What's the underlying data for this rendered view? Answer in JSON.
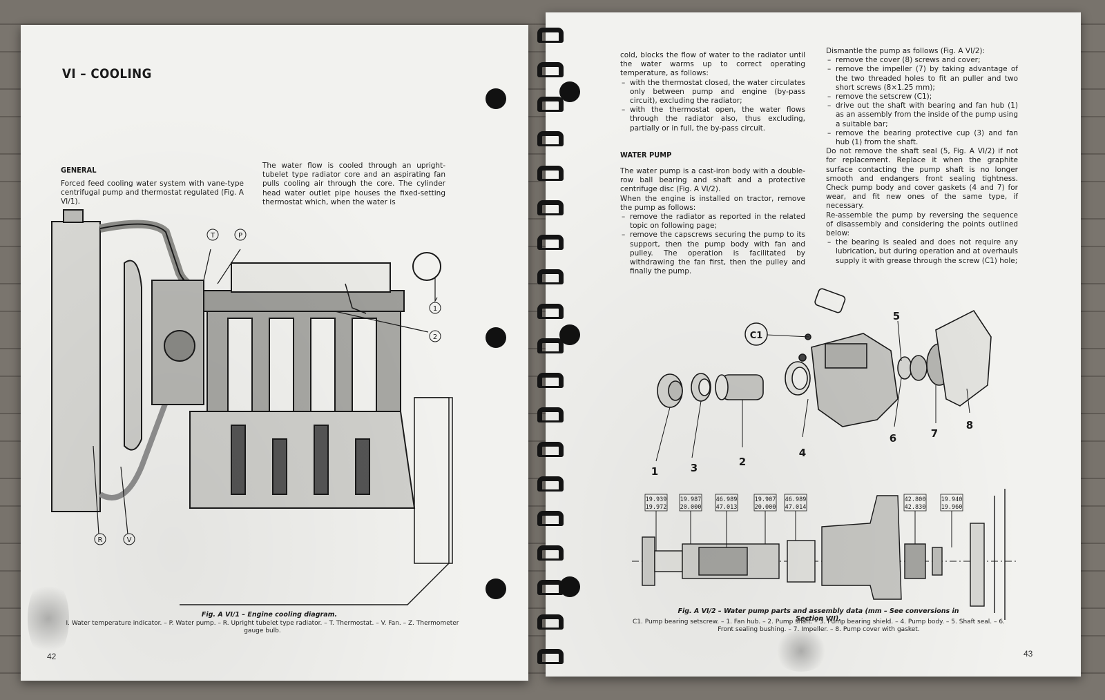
{
  "left_page": {
    "section_title": "VI  – COOLING",
    "general_heading": "GENERAL",
    "general_text": "Forced feed cooling water system with vane-type centrifugal pump and thermostat regulated (Fig. A VI/1).",
    "flow_text": "The water flow is cooled through an upright-tubelet type radiator core and an aspirating fan pulls cooling air through the core. The cylinder head water outlet pipe houses the fixed-setting thermostat which, when the water is",
    "diagram_labels": {
      "t": "T",
      "p": "P",
      "one": "1",
      "two": "2",
      "r": "R",
      "v": "V"
    },
    "caption": "Fig. A VI/1 – Engine cooling diagram.",
    "legend": "I. Water temperature indicator. – P. Water pump. – R. Upright tubelet type radiator. – T. Thermostat. – V. Fan. – Z. Thermometer gauge bulb.",
    "page_number": "42"
  },
  "right_page": {
    "col1_intro": "cold, blocks the flow of water to the radiator until the water warms up to correct operating temperature, as follows:",
    "col1_items": [
      "with the thermostat closed, the water circulates only between pump and engine (by-pass circuit), excluding the radiator;",
      "with the thermostat open, the water flows through the radiator also, thus excluding, partially or in full, the by-pass circuit."
    ],
    "water_pump_heading": "WATER PUMP",
    "water_pump_text": "The water pump is a cast-iron body with a double-row ball bearing and shaft and a protective centrifuge disc (Fig. A VI/2).",
    "installed_text": "When the engine is installed on tractor, remove the pump as follows:",
    "installed_items": [
      "remove the radiator as reported in the related topic on following page;",
      "remove the capscrews securing the pump to its support, then the pump body with fan and pulley. The operation is facilitated by withdrawing the fan first, then the pulley and finally the pump."
    ],
    "col2_intro": "Dismantle the pump as follows (Fig. A VI/2):",
    "col2_items": [
      "remove the cover (8) screws and cover;",
      "remove the impeller (7) by taking advantage of the two threaded holes to fit an puller and two short screws (8×1.25 mm);",
      "remove the setscrew (C1);",
      "drive out the shaft with bearing and fan hub (1) as an assembly from the inside of the pump using a suitable bar;",
      "remove the bearing protective cup (3) and fan hub (1) from the shaft."
    ],
    "col2_shaft_seal": "Do not remove the shaft seal (5, Fig. A VI/2) if not for replacement. Replace it when the graphite surface contacting the pump shaft is no longer smooth and endangers front sealing tightness. Check pump body and cover gaskets (4 and 7) for wear, and fit new ones of the same type, if necessary.",
    "col2_reassemble": "Re-assemble the pump by reversing the sequence of disassembly and considering the points outlined below:",
    "col2_reassemble_items": [
      "the bearing is sealed and does not require any lubrication, but during operation and at overhauls supply it with grease through the screw (C1) hole;"
    ],
    "part_labels": {
      "c1": "C1",
      "n1": "1",
      "n2": "2",
      "n3": "3",
      "n4": "4",
      "n5": "5",
      "n6": "6",
      "n7": "7",
      "n8": "8"
    },
    "dimension_boxes": [
      {
        "top": "19.939",
        "bottom": "19.972"
      },
      {
        "top": "19.987",
        "bottom": "20.000"
      },
      {
        "top": "46.989",
        "bottom": "47.013"
      },
      {
        "top": "19.907",
        "bottom": "20.000"
      },
      {
        "top": "46.989",
        "bottom": "47.014"
      },
      {
        "top": "42.800",
        "bottom": "42.830"
      },
      {
        "top": "19.940",
        "bottom": "19.960"
      }
    ],
    "caption": "Fig. A VI/2 – Water pump parts and assembly data (mm – See conversions in Section VII).",
    "legend": "C1. Pump bearing setscrew. – 1. Fan hub. – 2. Pump shaft. – 3. Pump bearing shield. – 4. Pump body. – 5. Shaft seal. – 6. Front sealing bushing. – 7. Impeller. – 8. Pump cover with gasket.",
    "page_number": "43"
  }
}
